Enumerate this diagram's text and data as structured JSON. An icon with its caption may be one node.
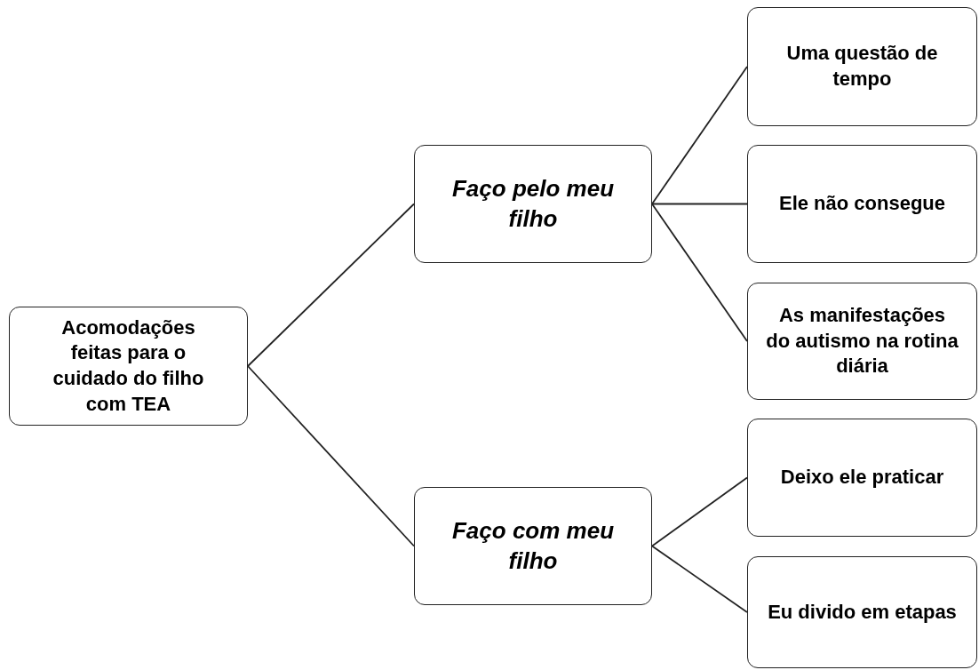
{
  "diagram": {
    "nodes": [
      {
        "text": [
          "Acomodações feitas para o cuidado do filho com TEA"
        ]
      },
      {
        "text": [
          "Faço pelo meu filho"
        ]
      },
      {
        "text": [
          "Faço com meu filho"
        ]
      },
      {
        "text": [
          "Uma questão de tempo"
        ]
      },
      {
        "text": [
          "Ele não consegue"
        ]
      },
      {
        "text": [
          "As manifestações do autismo na rotina diária"
        ]
      },
      {
        "text": [
          "Deixo ele praticar"
        ]
      },
      {
        "text": [
          "Eu divido em etapas"
        ]
      }
    ],
    "edges": [
      {
        "from": 0,
        "to": 1,
        "arrow": "none"
      },
      {
        "from": 0,
        "to": 2,
        "arrow": "none"
      },
      {
        "from": 1,
        "to": 3,
        "arrow": "none"
      },
      {
        "from": 1,
        "to": 4,
        "arrow": "none"
      },
      {
        "from": 1,
        "to": 5,
        "arrow": "none"
      },
      {
        "from": 2,
        "to": 6,
        "arrow": "none"
      },
      {
        "from": 2,
        "to": 7,
        "arrow": "none"
      }
    ]
  }
}
